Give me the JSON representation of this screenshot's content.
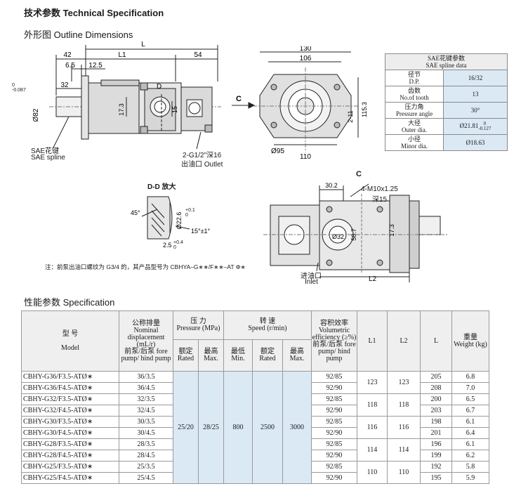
{
  "headings": {
    "tech_spec": "技术参数  Technical Specification",
    "outline": "外形图   Outline Dimensions",
    "spec": "性能参数   Specification"
  },
  "drawing_labels": {
    "L": "L",
    "d42": "42",
    "L1": "L1",
    "d54": "54",
    "d6_5": "6.5",
    "d12_5": "12.5",
    "d32": "32",
    "d82": "Ø82",
    "d82_tol": "0\n-0.087",
    "d17_3": "17.3",
    "d15": "15",
    "D": "D",
    "sae_spline_cn": "SAE花键",
    "sae_spline_en": "SAE spline",
    "outlet_thread": "2-G1/2\"深16",
    "outlet_cn": "出油口 Outlet",
    "C_arrow": "C",
    "d130": "130",
    "d106": "106",
    "d110": "110",
    "d95": "Ø95",
    "d2_11": "2-11",
    "d115_3": "115.3",
    "dd_title": "D-D 放大",
    "ang45": "45°",
    "d22_6": "Ø22.6",
    "d22_6_tol": "+0.1\n0",
    "ang15": "15°±1°",
    "d2_5": "2.5",
    "d2_5_tol": "+0.4\n0",
    "C_view": "C",
    "d30_2": "30.2",
    "m10": "4-M10x1.25",
    "m10_depth": "深15",
    "d32b": "Ø32",
    "d58_7": "58.7",
    "d17_3b": "17.3",
    "inlet_cn": "进油口",
    "inlet_en": "Inlet",
    "L2": "L2"
  },
  "note": "注：前泵出油口螺纹为 G3/4 的，其产品型号为 CBHYA–G∗∗/F∗∗–AT Φ∗",
  "sae_table": {
    "title_cn": "SAE花键参数",
    "title_en": "SAE spline data",
    "rows": [
      {
        "cn": "径节",
        "en": "D.P.",
        "value": "16/32"
      },
      {
        "cn": "齿数",
        "en": "No.of tooth",
        "value": "13"
      },
      {
        "cn": "压力角",
        "en": "Pressure  angle",
        "value": "30°"
      },
      {
        "cn": "大径",
        "en": "Outer dia.",
        "value": "Ø21.81",
        "tol": "0\n-0.127"
      },
      {
        "cn": "小径",
        "en": "Minor dia.",
        "value": "Ø18.63"
      }
    ]
  },
  "spec_table": {
    "headers": {
      "model_cn": "型    号",
      "model_en": "Model",
      "disp_cn": "公称排量",
      "disp_en": "Nominal displacement (mL/r)",
      "disp_sub": "前泵/后泵 fore pump/ hind pump",
      "pressure_cn": "压    力",
      "pressure_en": "Pressure (MPa)",
      "rated": "额定 Rated",
      "max": "最高 Max.",
      "speed_cn": "转    速",
      "speed_en": "Speed (r/min)",
      "min": "最低 Min.",
      "speed_rated": "额定 Rated",
      "speed_max": "最高 Max.",
      "eff_cn": "容积效率",
      "eff_en": "Volumetric efficiency (≥%)",
      "eff_sub": "前泵/后泵 fore pump/ hind pump",
      "L1": "L1",
      "L2": "L2",
      "L": "L",
      "weight_cn": "重量",
      "weight_en": "Weight (kg)"
    },
    "pressure_rated": "25/20",
    "pressure_max": "28/25",
    "speed_min": "800",
    "speed_rated_val": "2500",
    "speed_max_val": "3000",
    "rows": [
      {
        "model": "CBHY-G36/F3.5-ATØ∗",
        "disp": "36/3.5",
        "eff": "92/85",
        "L": "205",
        "w": "6.8"
      },
      {
        "model": "CBHY-G36/F4.5-ATØ∗",
        "disp": "36/4.5",
        "eff": "92/90",
        "L": "208",
        "w": "7.0"
      },
      {
        "model": "CBHY-G32/F3.5-ATØ∗",
        "disp": "32/3.5",
        "eff": "92/85",
        "L": "200",
        "w": "6.5"
      },
      {
        "model": "CBHY-G32/F4.5-ATØ∗",
        "disp": "32/4.5",
        "eff": "92/90",
        "L": "203",
        "w": "6.7"
      },
      {
        "model": "CBHY-G30/F3.5-ATØ∗",
        "disp": "30/3.5",
        "eff": "92/85",
        "L": "198",
        "w": "6.1"
      },
      {
        "model": "CBHY-G30/F4.5-ATØ∗",
        "disp": "30/4.5",
        "eff": "92/90",
        "L": "201",
        "w": "6.4"
      },
      {
        "model": "CBHY-G28/F3.5-ATØ∗",
        "disp": "28/3.5",
        "eff": "92/85",
        "L": "196",
        "w": "6.1"
      },
      {
        "model": "CBHY-G28/F4.5-ATØ∗",
        "disp": "28/4.5",
        "eff": "92/90",
        "L": "199",
        "w": "6.2"
      },
      {
        "model": "CBHY-G25/F3.5-ATØ∗",
        "disp": "25/3.5",
        "eff": "92/85",
        "L": "192",
        "w": "5.8"
      },
      {
        "model": "CBHY-G25/F4.5-ATØ∗",
        "disp": "25/4.5",
        "eff": "92/90",
        "L": "195",
        "w": "5.9"
      }
    ],
    "l_groups": [
      {
        "L1": "123",
        "L2": "123"
      },
      {
        "L1": "118",
        "L2": "118"
      },
      {
        "L1": "116",
        "L2": "116"
      },
      {
        "L1": "114",
        "L2": "114"
      },
      {
        "L1": "110",
        "L2": "110"
      }
    ]
  }
}
